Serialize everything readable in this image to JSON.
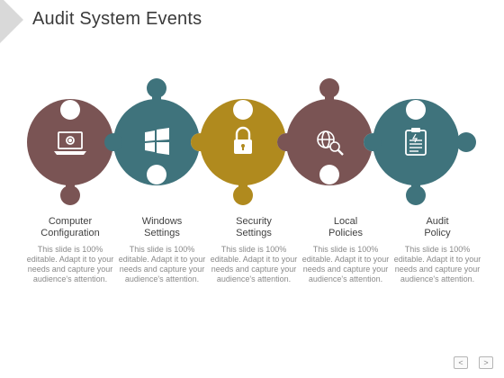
{
  "title": "Audit System Events",
  "colors": {
    "brown": "#7a5454",
    "teal": "#3f737c",
    "gold": "#b08a1e",
    "background": "#ffffff",
    "title_text": "#3a3a3a"
  },
  "items": [
    {
      "label": "Computer\nConfiguration",
      "desc": "This slide is 100% editable. Adapt it to your needs and capture your audience's attention.",
      "icon": "laptop-gear-icon",
      "color": "#7a5454"
    },
    {
      "label": "Windows\nSettings",
      "desc": "This slide is 100% editable. Adapt it to your needs and capture your audience's attention.",
      "icon": "windows-logo-icon",
      "color": "#3f737c"
    },
    {
      "label": "Security\nSettings",
      "desc": "This slide is 100% editable. Adapt it to your needs and capture your audience's attention.",
      "icon": "padlock-icon",
      "color": "#b08a1e"
    },
    {
      "label": "Local\nPolicies",
      "desc": "This slide is 100% editable. Adapt it to your needs and capture your audience's attention.",
      "icon": "globe-search-icon",
      "color": "#7a5454"
    },
    {
      "label": "Audit\nPolicy",
      "desc": "This slide is 100% editable. Adapt it to your needs and capture your audience's attention.",
      "icon": "clipboard-icon",
      "color": "#3f737c"
    }
  ],
  "nav": {
    "prev": "<",
    "next": ">"
  }
}
